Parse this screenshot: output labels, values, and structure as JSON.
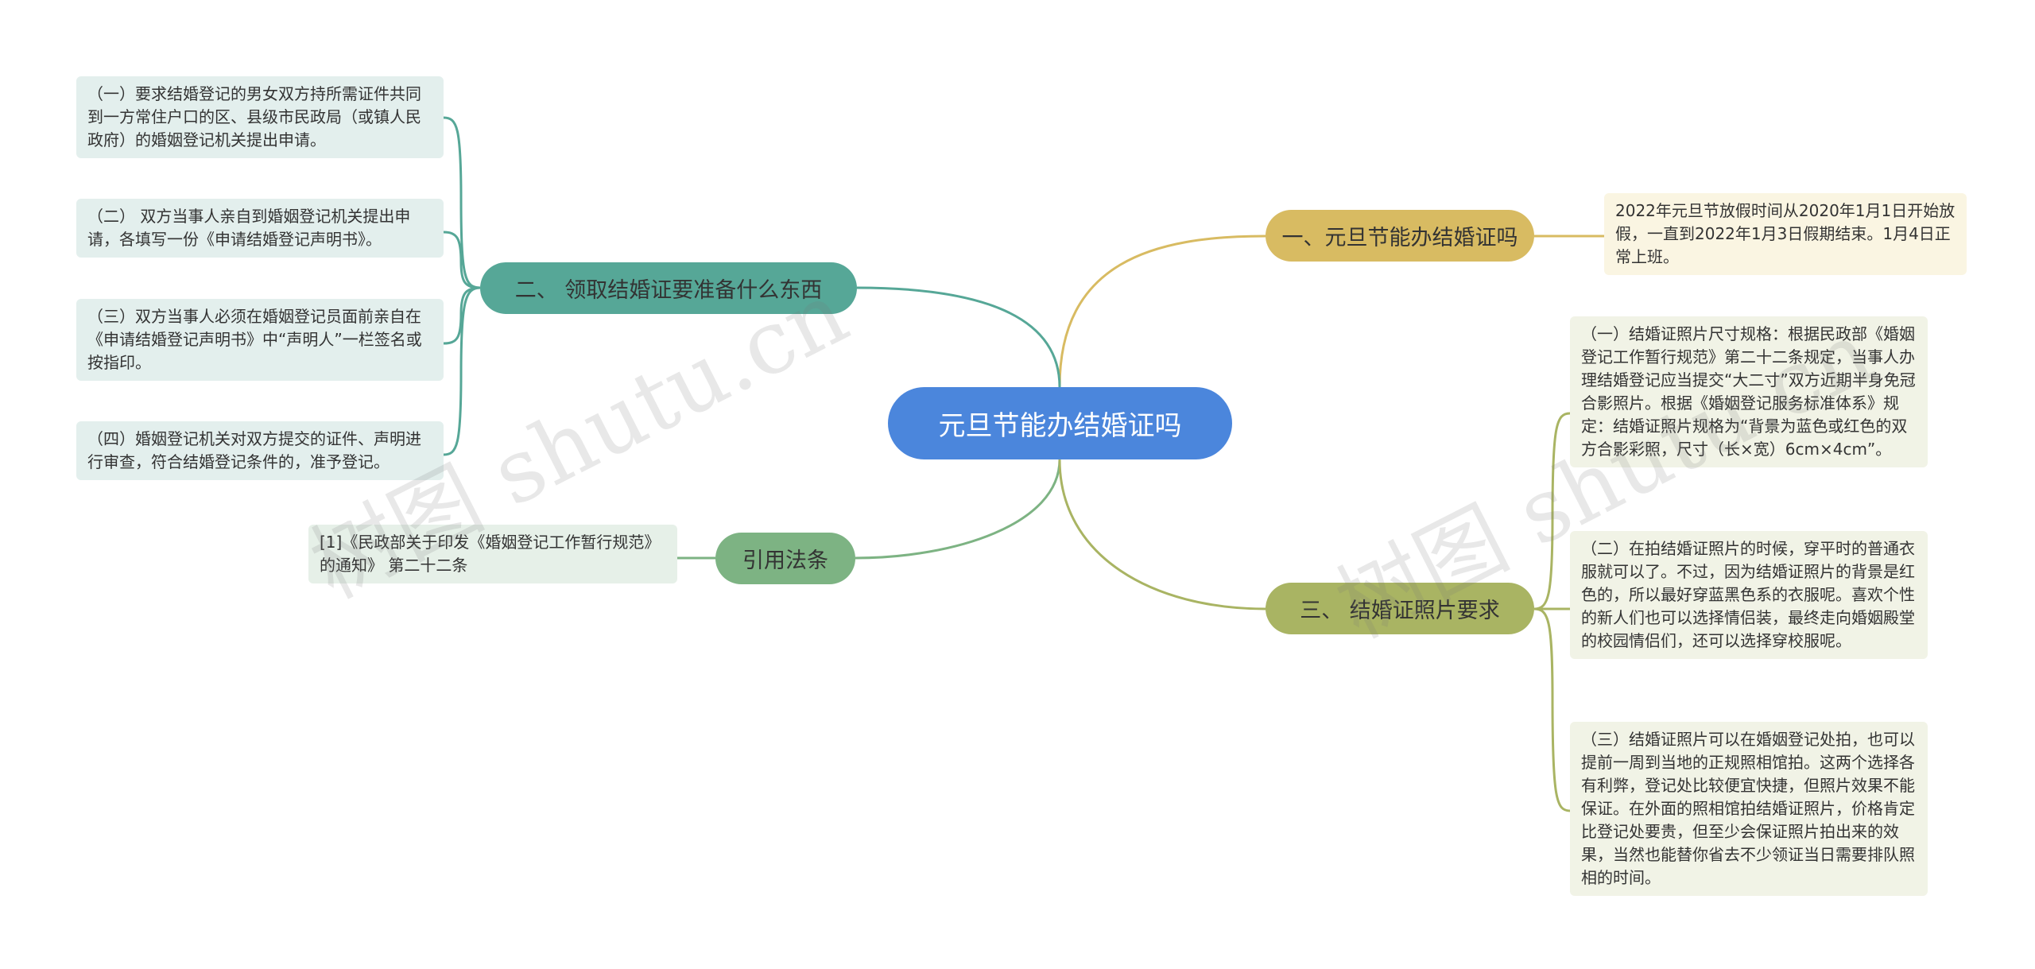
{
  "central": {
    "label": "元旦节能办结婚证吗"
  },
  "branches": {
    "b1": {
      "label": "一、元旦节能办结婚证吗",
      "leaves": [
        "2022年元旦节放假时间从2020年1月1日开始放假，一直到2022年1月3日假期结束。1月4日正常上班。"
      ]
    },
    "b2": {
      "label": "二、 领取结婚证要准备什么东西",
      "leaves": [
        "（一）要求结婚登记的男女双方持所需证件共同到一方常住户口的区、县级市民政局（或镇人民政府）的婚姻登记机关提出申请。",
        "（二） 双方当事人亲自到婚姻登记机关提出申请，各填写一份《申请结婚登记声明书》。",
        "（三）双方当事人必须在婚姻登记员面前亲自在《申请结婚登记声明书》中“声明人”一栏签名或按指印。",
        "（四）婚姻登记机关对双方提交的证件、声明进行审查，符合结婚登记条件的，准予登记。"
      ]
    },
    "b3": {
      "label": "引用法条",
      "leaves": [
        "[1]《民政部关于印发《婚姻登记工作暂行规范》的通知》 第二十二条"
      ]
    },
    "b4": {
      "label": "三、 结婚证照片要求",
      "leaves": [
        "（一）结婚证照片尺寸规格：根据民政部《婚姻登记工作暂行规范》第二十二条规定，当事人办理结婚登记应当提交“大二寸”双方近期半身免冠合影照片。根据《婚姻登记服务标准体系》规定：结婚证照片规格为“背景为蓝色或红色的双方合影彩照，尺寸（长×宽）6cm×4cm”。",
        "（二）在拍结婚证照片的时候，穿平时的普通衣服就可以了。不过，因为结婚证照片的背景是红色的，所以最好穿蓝黑色系的衣服呢。喜欢个性的新人们也可以选择情侣装，最终走向婚姻殿堂的校园情侣们，还可以选择穿校服呢。",
        "（三）结婚证照片可以在婚姻登记处拍，也可以提前一周到当地的正规照相馆拍。这两个选择各有利弊，登记处比较便宜快捷，但照片效果不能保证。在外面的照相馆拍结婚证照片，价格肯定比登记处要贵，但至少会保证照片拍出来的效果，当然也能替你省去不少领证当日需要排队照相的时间。"
      ]
    }
  },
  "watermarks": [
    "树图 shutu.cn",
    "树图 shutu.cn"
  ],
  "colors": {
    "central": "#4b86dc",
    "branch_1": "#d8bb62",
    "branch_2": "#56a797",
    "branch_3": "#7db383",
    "branch_4": "#a9b463"
  }
}
